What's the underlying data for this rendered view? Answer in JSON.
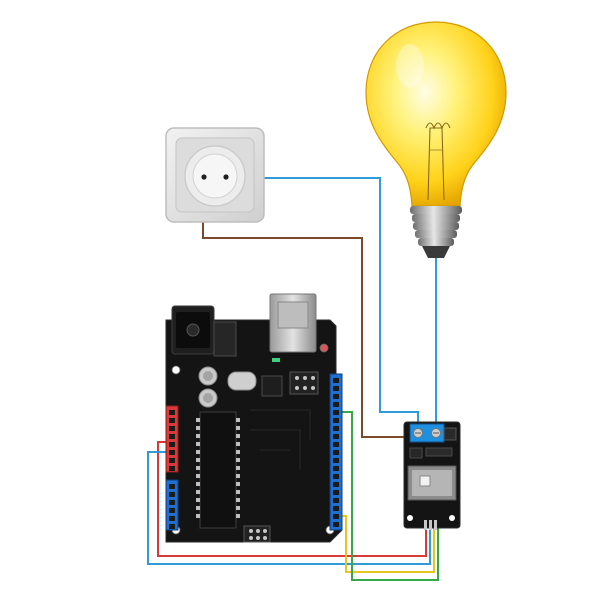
{
  "diagram": {
    "components": [
      {
        "name": "wall-socket"
      },
      {
        "name": "light-bulb"
      },
      {
        "name": "arduino-uno-board"
      },
      {
        "name": "relay-module"
      }
    ],
    "wires": [
      {
        "name": "wire-socket-to-relay",
        "color": "#2f9bd8"
      },
      {
        "name": "wire-socket-to-relay-common",
        "color": "#7a4a2a"
      },
      {
        "name": "wire-bulb-to-relay",
        "color": "#2f9bd8"
      },
      {
        "name": "wire-vcc",
        "color": "#d83a3a"
      },
      {
        "name": "wire-gnd",
        "color": "#2f9bd8"
      },
      {
        "name": "wire-signal-yellow",
        "color": "#e6c61a"
      },
      {
        "name": "wire-signal-green",
        "color": "#35a84a"
      }
    ],
    "colors": {
      "board": "#141414",
      "pin-header-blue": "#1f6fd0",
      "pin-header-red": "#d83a3a",
      "bulb-glass": "#ffd21a",
      "relay-terminal": "#1f8fe0"
    }
  }
}
